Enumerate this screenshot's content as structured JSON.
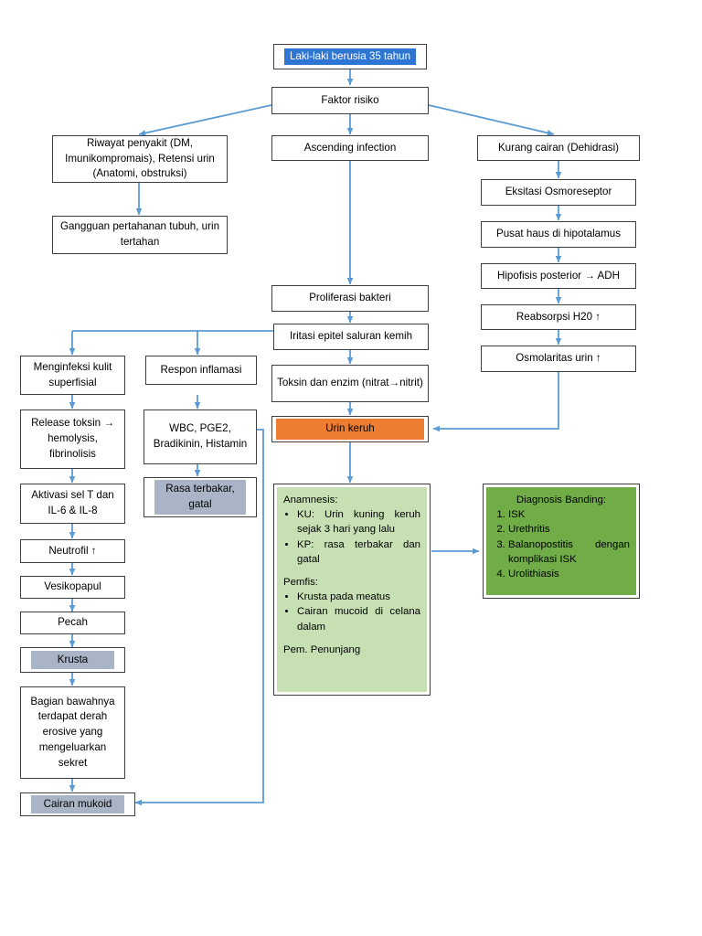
{
  "diagram": {
    "title": "Patofisiologi ISK / Balanopostitis - Flowchart",
    "colors": {
      "connector": "#5B9BD5",
      "box_border": "#3F3F3F",
      "highlight_blue": "#2E75D4",
      "highlight_orange": "#ED7D31",
      "highlight_grey": "#A9B4C6",
      "panel_green_light": "#C6E0B4",
      "panel_green_dark": "#70AD47"
    },
    "nodes": {
      "patient": "Laki-laki berusia 35 tahun",
      "faktor_risiko": "Faktor risiko",
      "riwayat": "Riwayat penyakit (DM, Imunikompromais), Retensi urin (Anatomi, obstruksi)",
      "gangguan": "Gangguan pertahanan tubuh, urin tertahan",
      "ascending": "Ascending infection",
      "kurang_cairan": "Kurang cairan (Dehidrasi)",
      "eksitasi": "Eksitasi Osmoreseptor",
      "pusat_haus": "Pusat haus di hipotalamus",
      "hipofisis": "Hipofisis posterior → ADH",
      "reabsorpsi": "Reabsorpsi H20 ↑",
      "osmolaritas": "Osmolaritas urin ↑",
      "proliferasi": "Proliferasi bakteri",
      "iritasi": "Iritasi epitel saluran kemih",
      "toksin_enzim": "Toksin dan enzim (nitrat→nitrit)",
      "urin_keruh": "Urin keruh",
      "menginfeksi": "Menginfeksi kulit superfisial",
      "release_toksin": "Release toksin → hemolysis, fibrinolisis",
      "aktivasi": "Aktivasi sel T dan IL-6 & IL-8",
      "neutrofil": "Neutrofil ↑",
      "vesikopapul": "Vesikopapul",
      "pecah": "Pecah",
      "krusta": "Krusta",
      "bagian_bawah": "Bagian bawahnya terdapat derah erosive yang mengeluarkan sekret",
      "cairan_mukoid": "Cairan mukoid",
      "respon_inflamasi": "Respon inflamasi",
      "mediator": "WBC, PGE2, Bradikinin, Histamin",
      "rasa_terbakar": "Rasa terbakar, gatal"
    },
    "anamnesis_panel": {
      "heading": "Anamnesis:",
      "items": [
        "KU: Urin kuning keruh sejak 3 hari yang lalu",
        "KP: rasa terbakar dan gatal"
      ],
      "pemfis_heading": "Pemfis:",
      "pemfis_items": [
        "Krusta pada meatus",
        "Cairan mucoid di celana dalam"
      ],
      "footer": "Pem. Penunjang"
    },
    "diagnosis_panel": {
      "heading": "Diagnosis Banding:",
      "items": [
        "ISK",
        "Urethritis",
        "Balanopostitis dengan komplikasi ISK",
        "Urolithiasis"
      ]
    }
  }
}
